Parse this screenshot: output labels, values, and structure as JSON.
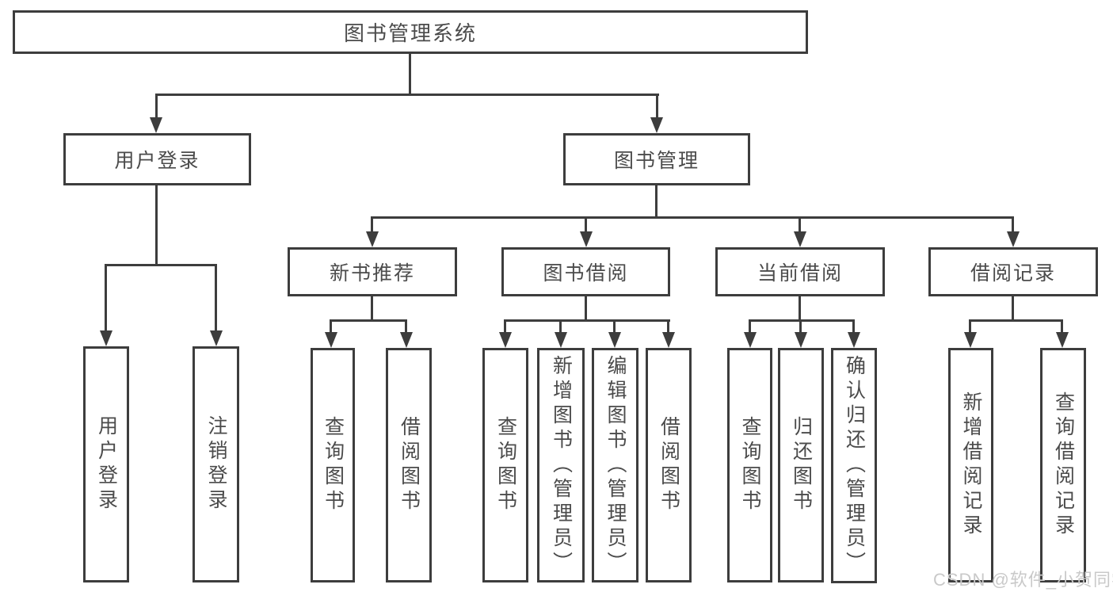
{
  "tree": {
    "root": {
      "label": "图书管理系统"
    },
    "branches": [
      {
        "label": "用户登录",
        "leaves": [
          {
            "label": "用户登录"
          },
          {
            "label": "注销登录"
          }
        ]
      },
      {
        "label": "图书管理",
        "groups": [
          {
            "label": "新书推荐",
            "leaves": [
              {
                "label": "查询图书"
              },
              {
                "label": "借阅图书"
              }
            ]
          },
          {
            "label": "图书借阅",
            "leaves": [
              {
                "label": "查询图书"
              },
              {
                "label": "新增图书（管理员）"
              },
              {
                "label": "编辑图书（管理员）"
              },
              {
                "label": "借阅图书"
              }
            ]
          },
          {
            "label": "当前借阅",
            "leaves": [
              {
                "label": "查询图书"
              },
              {
                "label": "归还图书"
              },
              {
                "label": "确认归还（管理员）"
              }
            ]
          },
          {
            "label": "借阅记录",
            "leaves": [
              {
                "label": "新增借阅记录"
              },
              {
                "label": "查询借阅记录"
              }
            ]
          }
        ]
      }
    ]
  },
  "watermark": {
    "text": "CSDN @软件_小贺同学"
  },
  "colors": {
    "line": "#3d3d3d",
    "text": "#4b4b4b",
    "watermark": "#c9c9c9",
    "background": "#ffffff"
  }
}
